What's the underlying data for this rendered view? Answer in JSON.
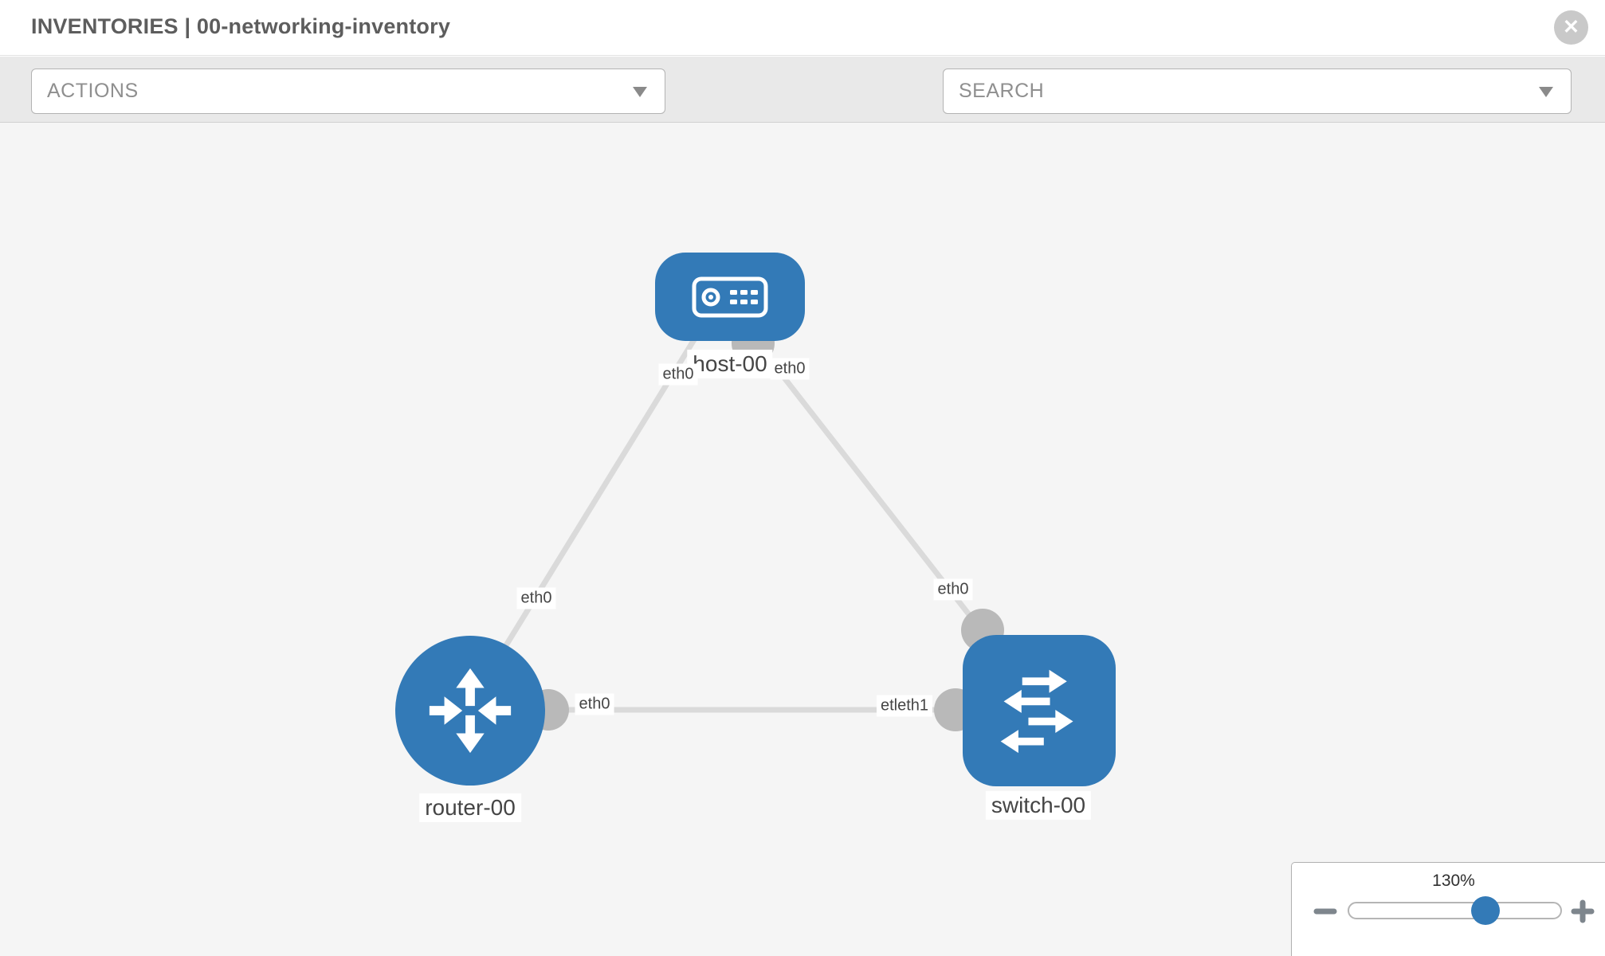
{
  "header": {
    "title": "INVENTORIES | 00-networking-inventory",
    "close_icon": "x-circle"
  },
  "toolbar": {
    "actions_label": "ACTIONS",
    "search_label": "SEARCH",
    "icons": [
      "wrench-icon",
      "key-icon"
    ]
  },
  "topology": {
    "nodes": [
      {
        "id": "host-00",
        "type": "host",
        "label": "host-00"
      },
      {
        "id": "router-00",
        "type": "router",
        "label": "router-00"
      },
      {
        "id": "switch-00",
        "type": "switch",
        "label": "switch-00"
      }
    ],
    "links": [
      {
        "from": "host-00",
        "to": "router-00",
        "from_if": "eth0",
        "to_if": "eth0"
      },
      {
        "from": "host-00",
        "to": "switch-00",
        "from_if": "eth0",
        "to_if": "eth0"
      },
      {
        "from": "router-00",
        "to": "switch-00",
        "from_if": "eth0",
        "to_if": "eth1"
      }
    ],
    "interfaces": {
      "host_to_router": "eth0",
      "host_to_switch": "eth0",
      "router_link_host": "eth0",
      "switch_link_host": "eth0",
      "router_to_switch": "eth0",
      "switch_to_router": "etleth1"
    }
  },
  "zoom_panel": {
    "level": "130%",
    "minus_icon": "minus",
    "plus_icon": "plus"
  },
  "colors": {
    "node_blue": "#337ab7",
    "link_gray": "#dadada",
    "port_gray": "#b9b9b9",
    "canvas_bg": "#f5f5f5",
    "toolbar_bg": "#e9e9e9"
  }
}
